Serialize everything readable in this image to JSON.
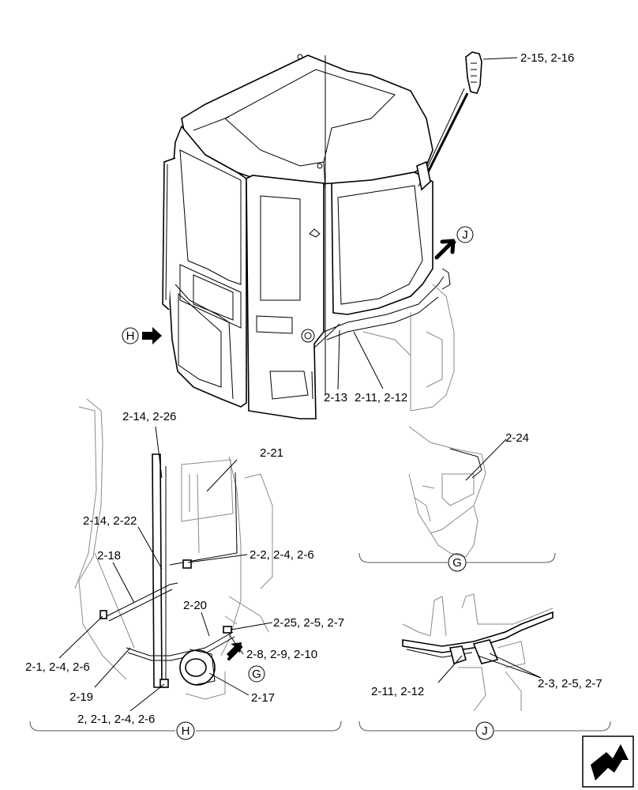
{
  "callouts": {
    "c_2_15": "2-15, 2-16",
    "c_2_13": "2-13",
    "c_2_11_top": "2-11, 2-12",
    "c_2_14_26": "2-14, 2-26",
    "c_2_21": "2-21",
    "c_2_14_22": "2-14, 2-22",
    "c_2_18": "2-18",
    "c_2_2": "2-2, 2-4, 2-6",
    "c_2_20": "2-20",
    "c_2_25": "2-25, 2-5, 2-7",
    "c_2_8": "2-8, 2-9, 2-10",
    "c_2_1": "2-1, 2-4, 2-6",
    "c_2_19": "2-19",
    "c_2_17": "2-17",
    "c_2_2_1": "2, 2-1, 2-4, 2-6",
    "c_2_24": "2-24",
    "c_2_11_j": "2-11, 2-12",
    "c_2_3": "2-3, 2-5, 2-7"
  },
  "views": {
    "H": "H",
    "J": "J",
    "G": "G"
  },
  "icons": {
    "view_arrow": "arrow-icon",
    "nav": "next-page-icon"
  }
}
